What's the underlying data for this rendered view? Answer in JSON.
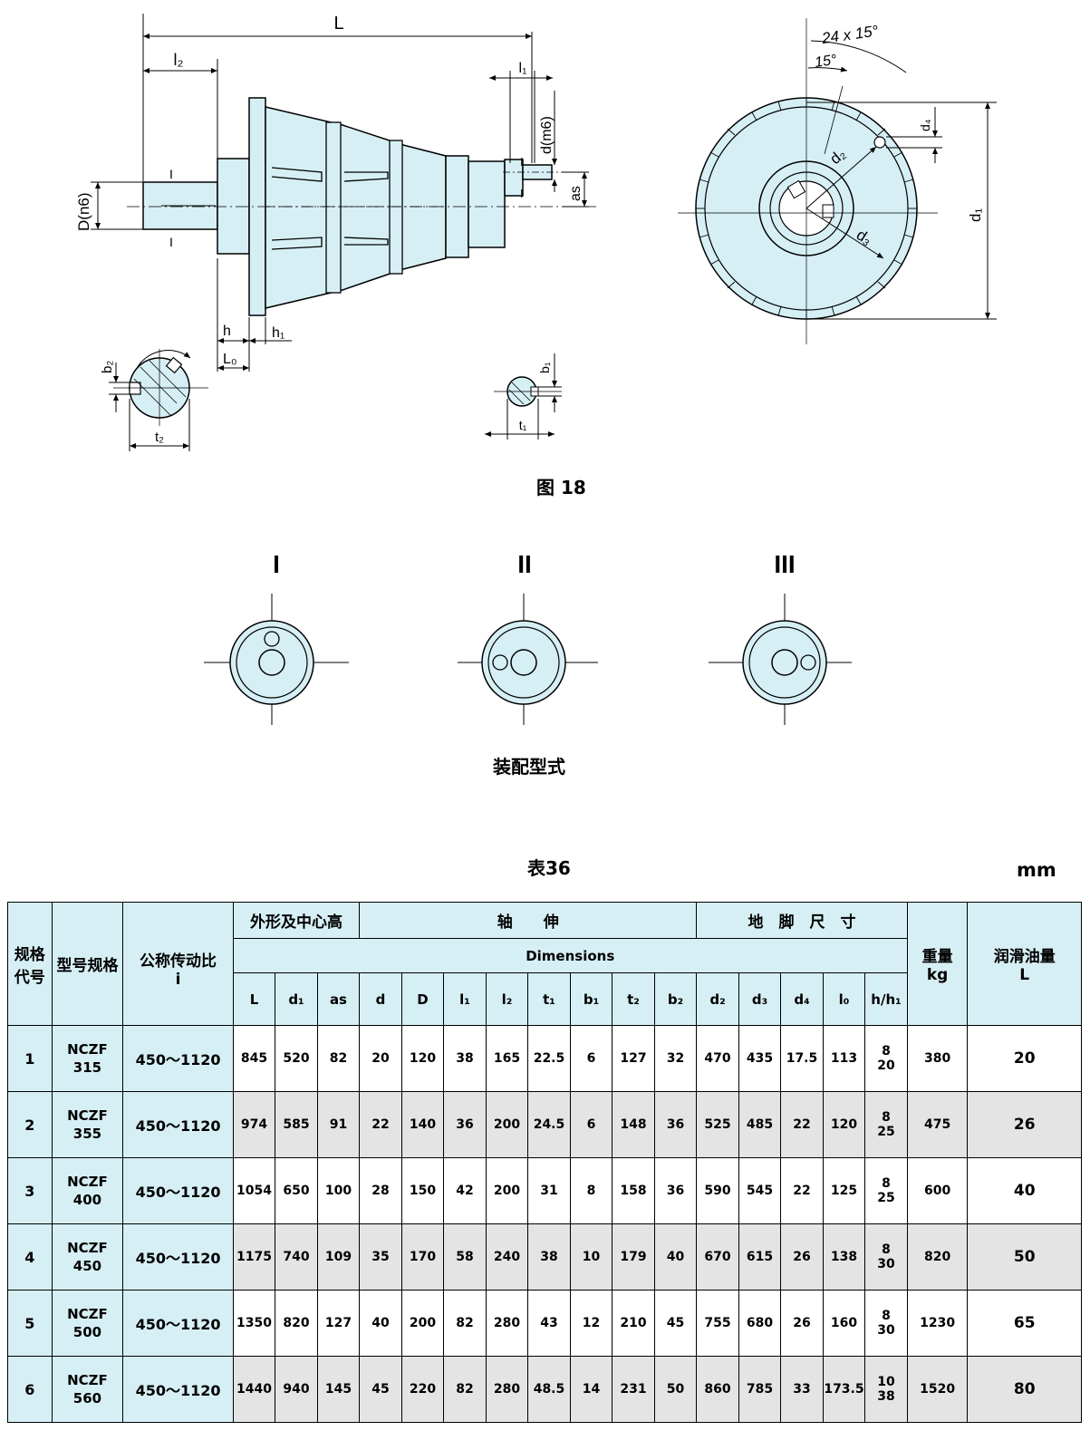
{
  "fig18_labels": {
    "L": "L",
    "l2": "l₂",
    "l1": "l₁",
    "d_m6": "d(m6)",
    "D_n6": "D(n6)",
    "as": "as",
    "h": "h",
    "h1": "h₁",
    "L0": "L₀",
    "b2": "b₂",
    "t2": "t₂",
    "b1": "b₁",
    "t1": "t₁",
    "angle_total": "24 x 15°",
    "angle_step": "15°",
    "d1": "d₁",
    "d2": "d₂",
    "d3": "d₃",
    "d4": "d₄",
    "section_mark": "I"
  },
  "figure_caption": "图 18",
  "assembly": {
    "labels": [
      "I",
      "II",
      "III"
    ],
    "caption": "装配型式"
  },
  "table": {
    "title": "表36",
    "unit": "mm",
    "headers": {
      "code": "规格代号",
      "model": "型号规格",
      "ratio": "公称传动比",
      "ratio_sym": "i",
      "group_outline": "外形及中心高",
      "group_shaft": "轴　　伸",
      "group_foot": "地　脚　尺　寸",
      "dimensions": "Dimensions",
      "weight": "重量",
      "weight_unit": "kg",
      "oil": "润滑油量",
      "oil_unit": "L",
      "cols": [
        "L",
        "d₁",
        "as",
        "d",
        "D",
        "l₁",
        "l₂",
        "t₁",
        "b₁",
        "t₂",
        "b₂",
        "d₂",
        "d₃",
        "d₄",
        "l₀",
        "h/h₁"
      ]
    },
    "rows": [
      {
        "code": "1",
        "model_a": "NCZF",
        "model_b": "315",
        "ratio": "450～1120",
        "vals": [
          "845",
          "520",
          "82",
          "20",
          "120",
          "38",
          "165",
          "22.5",
          "6",
          "127",
          "32",
          "470",
          "435",
          "17.5",
          "113"
        ],
        "h": "8",
        "h1": "20",
        "weight": "380",
        "oil": "20"
      },
      {
        "code": "2",
        "model_a": "NCZF",
        "model_b": "355",
        "ratio": "450～1120",
        "vals": [
          "974",
          "585",
          "91",
          "22",
          "140",
          "36",
          "200",
          "24.5",
          "6",
          "148",
          "36",
          "525",
          "485",
          "22",
          "120"
        ],
        "h": "8",
        "h1": "25",
        "weight": "475",
        "oil": "26"
      },
      {
        "code": "3",
        "model_a": "NCZF",
        "model_b": "400",
        "ratio": "450～1120",
        "vals": [
          "1054",
          "650",
          "100",
          "28",
          "150",
          "42",
          "200",
          "31",
          "8",
          "158",
          "36",
          "590",
          "545",
          "22",
          "125"
        ],
        "h": "8",
        "h1": "25",
        "weight": "600",
        "oil": "40"
      },
      {
        "code": "4",
        "model_a": "NCZF",
        "model_b": "450",
        "ratio": "450～1120",
        "vals": [
          "1175",
          "740",
          "109",
          "35",
          "170",
          "58",
          "240",
          "38",
          "10",
          "179",
          "40",
          "670",
          "615",
          "26",
          "138"
        ],
        "h": "8",
        "h1": "30",
        "weight": "820",
        "oil": "50"
      },
      {
        "code": "5",
        "model_a": "NCZF",
        "model_b": "500",
        "ratio": "450～1120",
        "vals": [
          "1350",
          "820",
          "127",
          "40",
          "200",
          "82",
          "280",
          "43",
          "12",
          "210",
          "45",
          "755",
          "680",
          "26",
          "160"
        ],
        "h": "8",
        "h1": "30",
        "weight": "1230",
        "oil": "65"
      },
      {
        "code": "6",
        "model_a": "NCZF",
        "model_b": "560",
        "ratio": "450～1120",
        "vals": [
          "1440",
          "940",
          "145",
          "45",
          "220",
          "82",
          "280",
          "48.5",
          "14",
          "231",
          "50",
          "860",
          "785",
          "33",
          "173.5"
        ],
        "h": "10",
        "h1": "38",
        "weight": "1520",
        "oil": "80"
      }
    ]
  },
  "colors": {
    "fill": "#d6eff5",
    "row_alt": "#e4e4e4",
    "line": "#000000"
  }
}
